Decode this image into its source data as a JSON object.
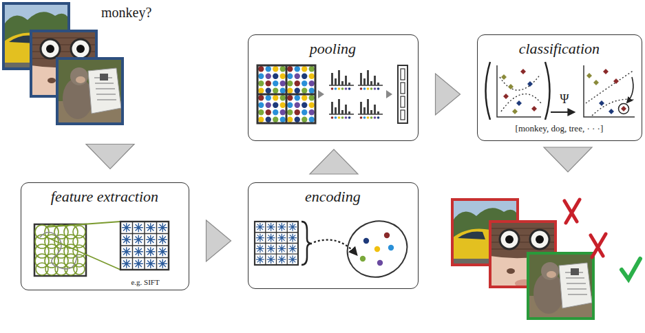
{
  "diagram": {
    "nodes": [
      {
        "text": [
          "monkey?"
        ]
      },
      {
        "text": [
          "feature extraction",
          "e.g. SIFT"
        ]
      },
      {
        "text": [
          "encoding"
        ]
      },
      {
        "text": [
          "pooling"
        ]
      },
      {
        "text": [
          "classification",
          "Ψ",
          "[monkey, dog, tree, · · ·]"
        ]
      }
    ],
    "edges": [
      {
        "from": 0,
        "to": 1,
        "arrow": "to"
      },
      {
        "from": 1,
        "to": 2,
        "arrow": "to"
      },
      {
        "from": 2,
        "to": 3,
        "arrow": "to"
      },
      {
        "from": 3,
        "to": 4,
        "arrow": "to"
      }
    ]
  }
}
